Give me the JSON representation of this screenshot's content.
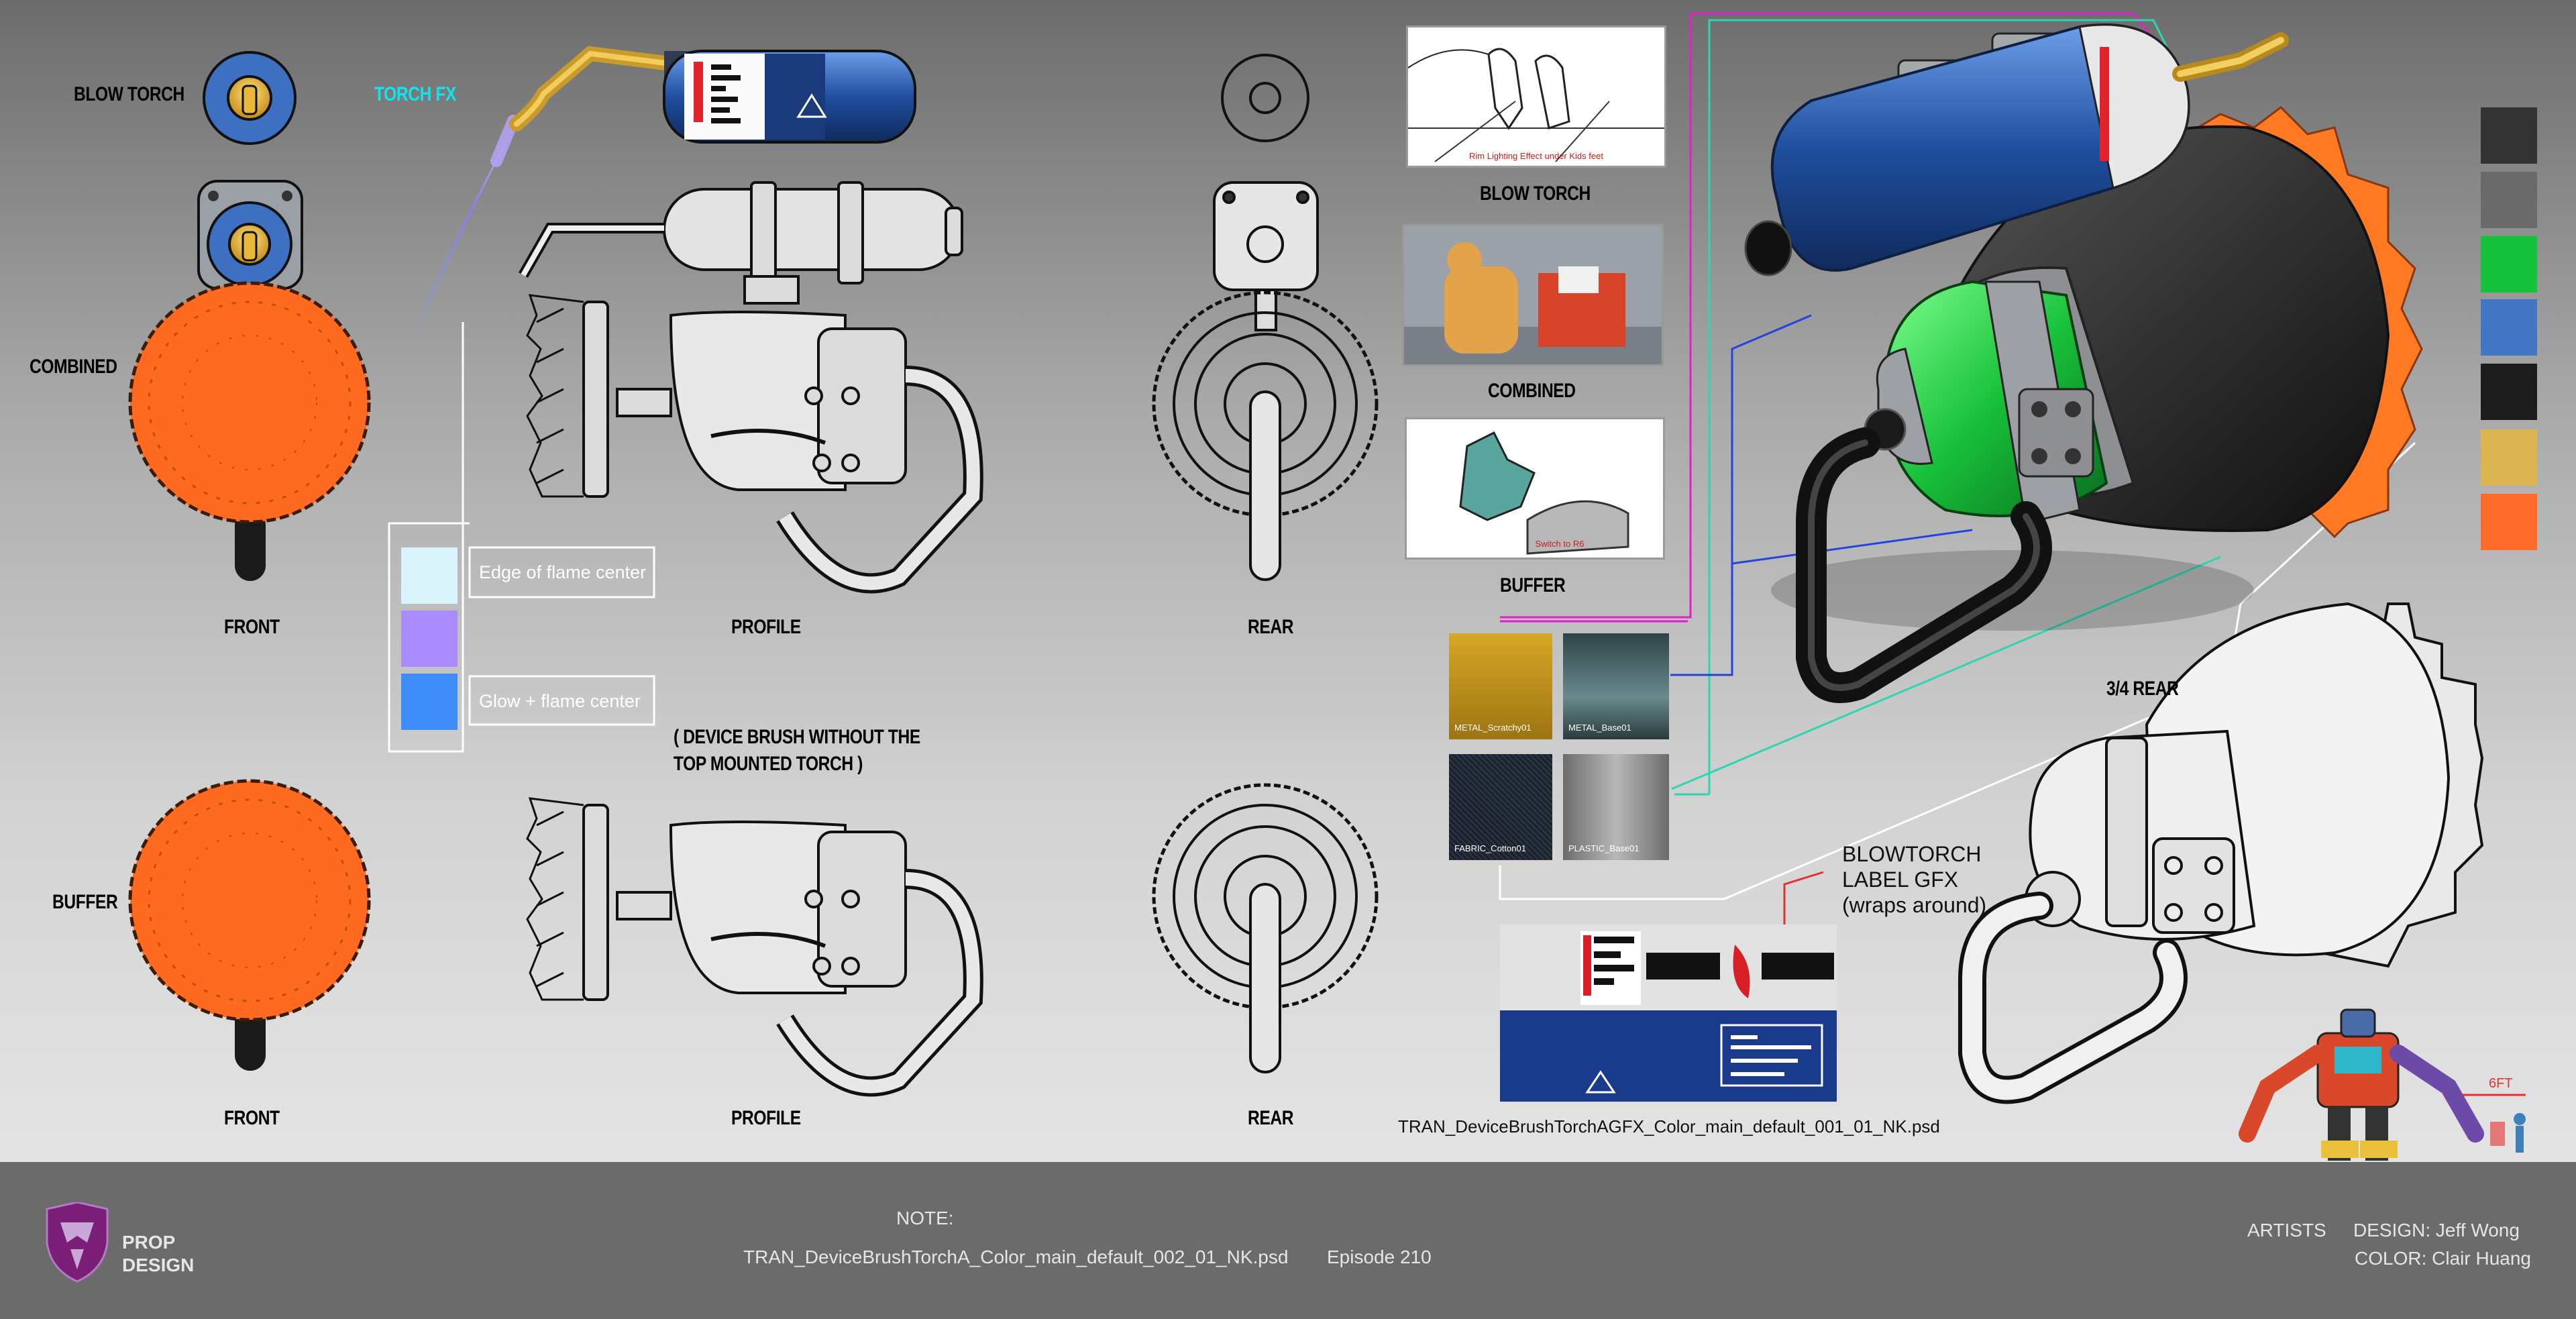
{
  "views": {
    "blow_torch": "BLOW TORCH",
    "torch_fx": "TORCH FX",
    "combined": "COMBINED",
    "buffer": "BUFFER",
    "front": "FRONT",
    "profile": "PROFILE",
    "rear": "REAR",
    "three_quarter_rear": "3/4 REAR",
    "device_note_line1": "( DEVICE BRUSH WITHOUT THE",
    "device_note_line2": "TOP MOUNTED TORCH )"
  },
  "flame_legend": {
    "edge": "Edge of flame center",
    "glow": "Glow + flame center",
    "colors": [
      "#d9f4fb",
      "#a98bfd",
      "#3f8cf8"
    ]
  },
  "storyboard": {
    "caption": "Rim Lighting Effect under Kids feet",
    "buffer_caption": "Switch to R6",
    "blow_torch": "BLOW TORCH",
    "combined": "COMBINED",
    "buffer": "BUFFER"
  },
  "materials": [
    {
      "label": "METAL_Scratchy01",
      "color": "#c89a1c"
    },
    {
      "label": "METAL_Base01",
      "color": "#3c5559"
    },
    {
      "label": "FABRIC_Cotton01",
      "color": "#1d2530"
    },
    {
      "label": "PLASTIC_Base01",
      "color": "#8a8a8a"
    }
  ],
  "label_gfx": {
    "title_line1": "BLOWTORCH",
    "title_line2": "LABEL GFX",
    "title_line3": "(wraps around)",
    "file": "TRAN_DeviceBrushTorchAGFX_Color_main_default_001_01_NK.psd"
  },
  "palette": [
    "#333333",
    "#6a6a6a",
    "#16c13c",
    "#4475c2",
    "#1c1c1c",
    "#dcb452",
    "#ff6b2a"
  ],
  "scale_label": "6FT",
  "footer": {
    "brand_line1": "PROP",
    "brand_line2": "DESIGN",
    "note_label": "NOTE:",
    "file": "TRAN_DeviceBrushTorchA_Color_main_default_002_01_NK.psd",
    "episode": "Episode 210",
    "artists_label": "ARTISTS",
    "design_credit": "DESIGN:  Jeff Wong",
    "color_credit": "COLOR:  Clair Huang"
  },
  "colors": {
    "orange": "#ff6a21",
    "blue": "#3e70c2",
    "gold": "#e0b040",
    "green": "#1fc33f",
    "leader_magenta": "#e021c8",
    "leader_teal": "#2fd4b0",
    "leader_blue": "#2244dd"
  }
}
